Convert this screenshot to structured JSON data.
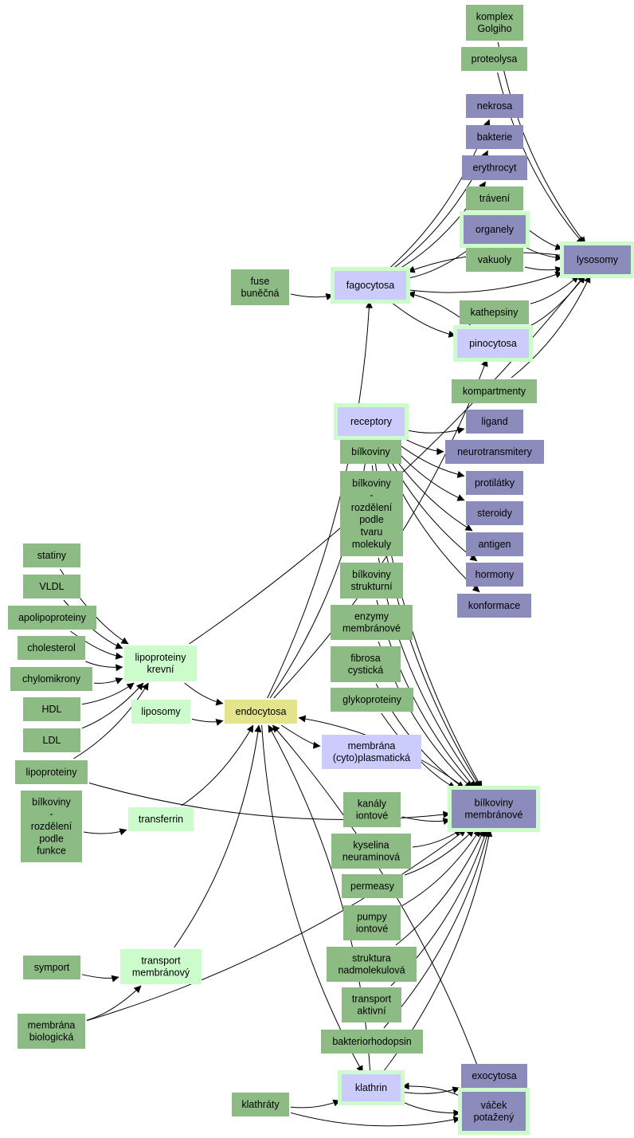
{
  "colors": {
    "green": "#8cbc84",
    "violet": "#8c8cbc",
    "lavender": "#ccccfc",
    "mint": "#ccfccc",
    "yellow": "#e4e48c",
    "edge": "#000000"
  },
  "nodes": [
    {
      "id": "komplex-golgiho",
      "lines": [
        "komplex",
        "Golgiho"
      ],
      "style": "green"
    },
    {
      "id": "proteolysa",
      "lines": [
        "proteolysa"
      ],
      "style": "green"
    },
    {
      "id": "nekrosa",
      "lines": [
        "nekrosa"
      ],
      "style": "violet"
    },
    {
      "id": "bakterie",
      "lines": [
        "bakterie"
      ],
      "style": "violet"
    },
    {
      "id": "erythrocyt",
      "lines": [
        "erythrocyt"
      ],
      "style": "violet"
    },
    {
      "id": "traveni",
      "lines": [
        "trávení"
      ],
      "style": "green"
    },
    {
      "id": "organely",
      "lines": [
        "organely"
      ],
      "style": "violet",
      "ring": true
    },
    {
      "id": "vakuoly",
      "lines": [
        "vakuoly"
      ],
      "style": "green"
    },
    {
      "id": "lysosomy",
      "lines": [
        "lysosomy"
      ],
      "style": "violet",
      "ring": true
    },
    {
      "id": "fuse-bunecna",
      "lines": [
        "fuse",
        "buněčná"
      ],
      "style": "green"
    },
    {
      "id": "fagocytosa",
      "lines": [
        "fagocytosa"
      ],
      "style": "lavender",
      "ring": true
    },
    {
      "id": "kathepsiny",
      "lines": [
        "kathepsiny"
      ],
      "style": "green"
    },
    {
      "id": "pinocytosa",
      "lines": [
        "pinocytosa"
      ],
      "style": "lavender",
      "ring": true
    },
    {
      "id": "kompartmenty",
      "lines": [
        "kompartmenty"
      ],
      "style": "green"
    },
    {
      "id": "receptory",
      "lines": [
        "receptory"
      ],
      "style": "lavender",
      "ring": true
    },
    {
      "id": "ligand",
      "lines": [
        "ligand"
      ],
      "style": "violet"
    },
    {
      "id": "bilkoviny-1",
      "lines": [
        "bílkoviny"
      ],
      "style": "green"
    },
    {
      "id": "neurotransmitery",
      "lines": [
        "neurotransmitery"
      ],
      "style": "violet"
    },
    {
      "id": "protilatky",
      "lines": [
        "protilátky"
      ],
      "style": "violet"
    },
    {
      "id": "bilkoviny-tvar",
      "lines": [
        "bílkoviny",
        "-",
        "rozdělení",
        "podle",
        "tvaru",
        "molekuly"
      ],
      "style": "green"
    },
    {
      "id": "steroidy",
      "lines": [
        "steroidy"
      ],
      "style": "violet"
    },
    {
      "id": "antigen",
      "lines": [
        "antigen"
      ],
      "style": "violet"
    },
    {
      "id": "statiny",
      "lines": [
        "statiny"
      ],
      "style": "green"
    },
    {
      "id": "hormony",
      "lines": [
        "hormony"
      ],
      "style": "violet"
    },
    {
      "id": "bilkoviny-strukturni",
      "lines": [
        "bílkoviny",
        "strukturní"
      ],
      "style": "green"
    },
    {
      "id": "vldl",
      "lines": [
        "VLDL"
      ],
      "style": "green"
    },
    {
      "id": "konformace",
      "lines": [
        "konformace"
      ],
      "style": "violet"
    },
    {
      "id": "apolipoproteiny",
      "lines": [
        "apolipoproteiny"
      ],
      "style": "green"
    },
    {
      "id": "enzymy-membranove",
      "lines": [
        "enzymy",
        "membránové"
      ],
      "style": "green"
    },
    {
      "id": "cholesterol",
      "lines": [
        "cholesterol"
      ],
      "style": "green"
    },
    {
      "id": "lipoproteiny-krevni",
      "lines": [
        "lipoproteiny",
        "krevní"
      ],
      "style": "mint"
    },
    {
      "id": "fibrosa-cysticka",
      "lines": [
        "fibrosa",
        "cystická"
      ],
      "style": "green"
    },
    {
      "id": "chylomikrony",
      "lines": [
        "chylomikrony"
      ],
      "style": "green"
    },
    {
      "id": "glykoproteiny",
      "lines": [
        "glykoproteiny"
      ],
      "style": "green"
    },
    {
      "id": "hdl",
      "lines": [
        "HDL"
      ],
      "style": "green"
    },
    {
      "id": "liposomy",
      "lines": [
        "liposomy"
      ],
      "style": "mint"
    },
    {
      "id": "endocytosa",
      "lines": [
        "endocytosa"
      ],
      "style": "yellow"
    },
    {
      "id": "ldl",
      "lines": [
        "LDL"
      ],
      "style": "green"
    },
    {
      "id": "membrana-cyto",
      "lines": [
        "membrána",
        "(cyto)plasmatická"
      ],
      "style": "lavender"
    },
    {
      "id": "lipoproteiny",
      "lines": [
        "lipoproteiny"
      ],
      "style": "green"
    },
    {
      "id": "bilkoviny-funkce",
      "lines": [
        "bílkoviny",
        "-",
        "rozdělení",
        "podle",
        "funkce"
      ],
      "style": "green"
    },
    {
      "id": "kanaly-iontove",
      "lines": [
        "kanály",
        "iontové"
      ],
      "style": "green"
    },
    {
      "id": "bilkoviny-membranove",
      "lines": [
        "bílkoviny",
        "membránové"
      ],
      "style": "violet",
      "ring": true
    },
    {
      "id": "transferrin",
      "lines": [
        "transferrin"
      ],
      "style": "mint"
    },
    {
      "id": "kyselina-neuraminova",
      "lines": [
        "kyselina",
        "neuraminová"
      ],
      "style": "green"
    },
    {
      "id": "permeasy",
      "lines": [
        "permeasy"
      ],
      "style": "green"
    },
    {
      "id": "pumpy-iontove",
      "lines": [
        "pumpy",
        "iontové"
      ],
      "style": "green"
    },
    {
      "id": "symport",
      "lines": [
        "symport"
      ],
      "style": "green"
    },
    {
      "id": "struktura-nadmolekulova",
      "lines": [
        "struktura",
        "nadmolekulová"
      ],
      "style": "green"
    },
    {
      "id": "transport-membranovy",
      "lines": [
        "transport",
        "membránový"
      ],
      "style": "mint"
    },
    {
      "id": "transport-aktivni",
      "lines": [
        "transport",
        "aktivní"
      ],
      "style": "green"
    },
    {
      "id": "membrana-biologicka",
      "lines": [
        "membrána",
        "biologická"
      ],
      "style": "green"
    },
    {
      "id": "bakteriorhodopsin",
      "lines": [
        "bakteriorhodopsin"
      ],
      "style": "green"
    },
    {
      "id": "exocytosa",
      "lines": [
        "exocytosa"
      ],
      "style": "violet"
    },
    {
      "id": "klathrin",
      "lines": [
        "klathrin"
      ],
      "style": "lavender",
      "ring": true
    },
    {
      "id": "klathraty",
      "lines": [
        "klathráty"
      ],
      "style": "green"
    },
    {
      "id": "vacek-potazeny",
      "lines": [
        "váček",
        "potažený"
      ],
      "style": "violet",
      "ring": true
    }
  ],
  "edges": [
    {
      "from": "komplex-golgiho",
      "to": "lysosomy"
    },
    {
      "from": "proteolysa",
      "to": "lysosomy"
    },
    {
      "from": "traveni",
      "to": "lysosomy"
    },
    {
      "from": "organely",
      "to": "lysosomy"
    },
    {
      "from": "vakuoly",
      "to": "lysosomy"
    },
    {
      "from": "kathepsiny",
      "to": "lysosomy"
    },
    {
      "from": "kompartmenty",
      "to": "lysosomy"
    },
    {
      "from": "lysosomy",
      "to": "fagocytosa"
    },
    {
      "from": "fagocytosa",
      "to": "lysosomy"
    },
    {
      "from": "pinocytosa",
      "to": "lysosomy"
    },
    {
      "from": "lipoproteiny-krevni",
      "to": "lysosomy"
    },
    {
      "from": "fagocytosa",
      "to": "nekrosa"
    },
    {
      "from": "fagocytosa",
      "to": "bakterie"
    },
    {
      "from": "fagocytosa",
      "to": "erythrocyt"
    },
    {
      "from": "fagocytosa",
      "to": "organely"
    },
    {
      "from": "fagocytosa",
      "to": "pinocytosa"
    },
    {
      "from": "pinocytosa",
      "to": "fagocytosa"
    },
    {
      "from": "fuse-bunecna",
      "to": "fagocytosa"
    },
    {
      "from": "endocytosa",
      "to": "fagocytosa"
    },
    {
      "from": "endocytosa",
      "to": "pinocytosa"
    },
    {
      "from": "endocytosa",
      "to": "receptory"
    },
    {
      "from": "receptory",
      "to": "ligand"
    },
    {
      "from": "receptory",
      "to": "neurotransmitery"
    },
    {
      "from": "receptory",
      "to": "protilatky"
    },
    {
      "from": "receptory",
      "to": "steroidy"
    },
    {
      "from": "receptory",
      "to": "antigen"
    },
    {
      "from": "receptory",
      "to": "hormony"
    },
    {
      "from": "receptory",
      "to": "konformace"
    },
    {
      "from": "receptory",
      "to": "bilkoviny-membranove"
    },
    {
      "from": "bilkoviny-1",
      "to": "bilkoviny-membranove"
    },
    {
      "from": "bilkoviny-tvar",
      "to": "bilkoviny-membranove"
    },
    {
      "from": "bilkoviny-strukturni",
      "to": "bilkoviny-membranove"
    },
    {
      "from": "enzymy-membranove",
      "to": "bilkoviny-membranove"
    },
    {
      "from": "fibrosa-cysticka",
      "to": "bilkoviny-membranove"
    },
    {
      "from": "glykoproteiny",
      "to": "bilkoviny-membranove"
    },
    {
      "from": "bilkoviny-membranove",
      "to": "endocytosa"
    },
    {
      "from": "kanaly-iontove",
      "to": "bilkoviny-membranove"
    },
    {
      "from": "kyselina-neuraminova",
      "to": "bilkoviny-membranove"
    },
    {
      "from": "permeasy",
      "to": "bilkoviny-membranove"
    },
    {
      "from": "pumpy-iontove",
      "to": "bilkoviny-membranove"
    },
    {
      "from": "struktura-nadmolekulova",
      "to": "bilkoviny-membranove"
    },
    {
      "from": "transport-aktivni",
      "to": "bilkoviny-membranove"
    },
    {
      "from": "bakteriorhodopsin",
      "to": "bilkoviny-membranove"
    },
    {
      "from": "klathrin",
      "to": "bilkoviny-membranove"
    },
    {
      "from": "lipoproteiny",
      "to": "bilkoviny-membranove"
    },
    {
      "from": "membrana-biologicka",
      "to": "bilkoviny-membranove"
    },
    {
      "from": "statiny",
      "to": "lipoproteiny-krevni"
    },
    {
      "from": "vldl",
      "to": "lipoproteiny-krevni"
    },
    {
      "from": "apolipoproteiny",
      "to": "lipoproteiny-krevni"
    },
    {
      "from": "cholesterol",
      "to": "lipoproteiny-krevni"
    },
    {
      "from": "chylomikrony",
      "to": "lipoproteiny-krevni"
    },
    {
      "from": "hdl",
      "to": "lipoproteiny-krevni"
    },
    {
      "from": "ldl",
      "to": "lipoproteiny-krevni"
    },
    {
      "from": "lipoproteiny",
      "to": "lipoproteiny-krevni"
    },
    {
      "from": "lipoproteiny-krevni",
      "to": "endocytosa"
    },
    {
      "from": "liposomy",
      "to": "endocytosa"
    },
    {
      "from": "endocytosa",
      "to": "membrana-cyto"
    },
    {
      "from": "transferrin",
      "to": "endocytosa"
    },
    {
      "from": "transport-membranovy",
      "to": "endocytosa"
    },
    {
      "from": "bilkoviny-funkce",
      "to": "transferrin"
    },
    {
      "from": "symport",
      "to": "transport-membranovy"
    },
    {
      "from": "membrana-biologicka",
      "to": "transport-membranovy"
    },
    {
      "from": "endocytosa",
      "to": "klathrin"
    },
    {
      "from": "klathrin",
      "to": "endocytosa"
    },
    {
      "from": "klathrin",
      "to": "exocytosa"
    },
    {
      "from": "klathrin",
      "to": "vacek-potazeny"
    },
    {
      "from": "vacek-potazeny",
      "to": "klathrin"
    },
    {
      "from": "vacek-potazeny",
      "to": "endocytosa"
    },
    {
      "from": "klathraty",
      "to": "klathrin"
    },
    {
      "from": "klathraty",
      "to": "vacek-potazeny"
    }
  ]
}
